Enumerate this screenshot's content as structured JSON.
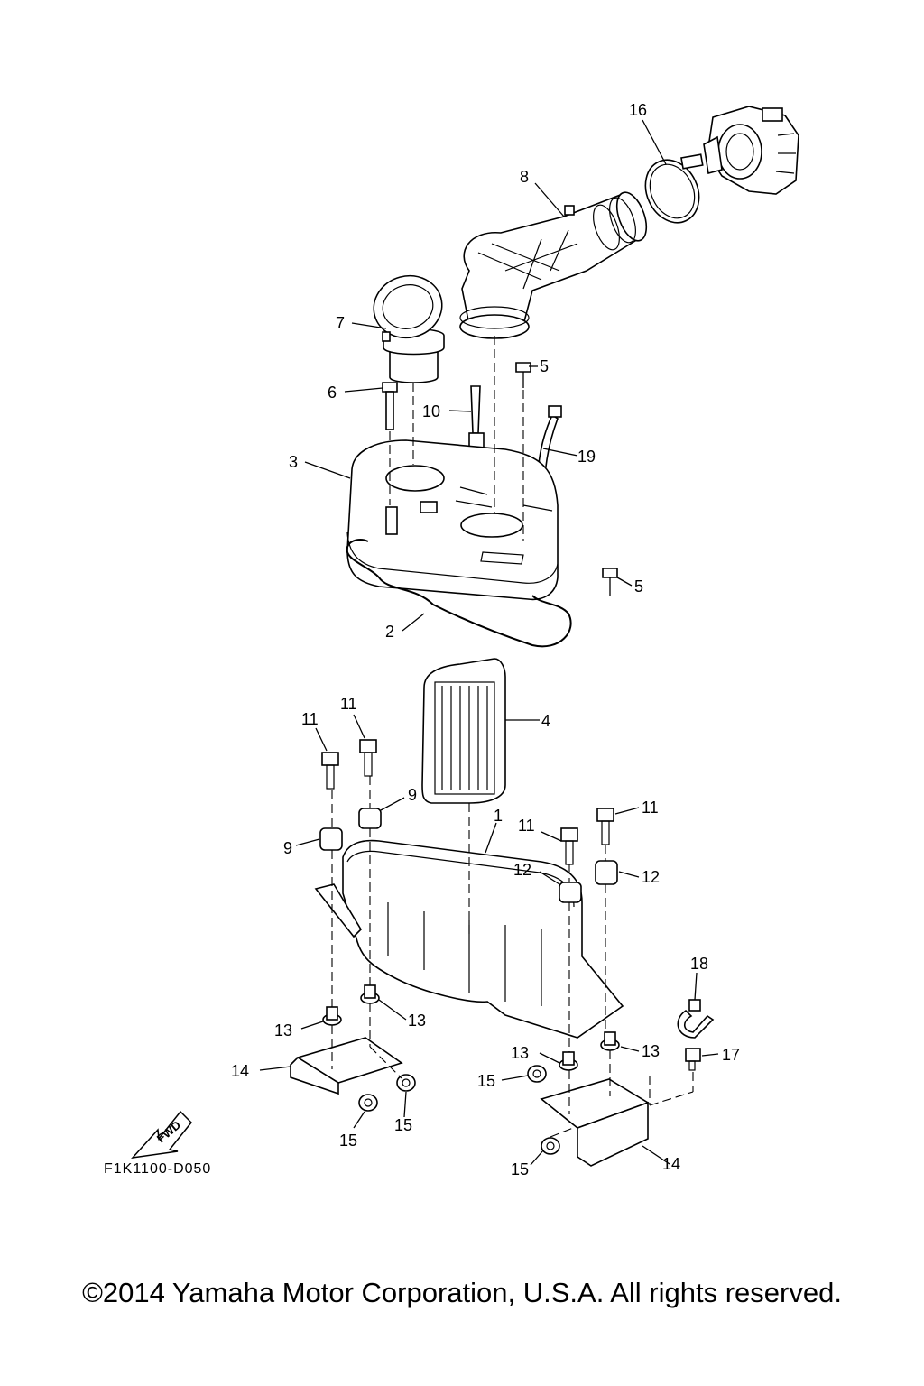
{
  "diagram": {
    "part_numbers": [
      "1",
      "2",
      "3",
      "4",
      "5",
      "6",
      "7",
      "8",
      "9",
      "10",
      "11",
      "12",
      "13",
      "14",
      "15",
      "16",
      "17",
      "18",
      "19"
    ],
    "fwd_label": "FWD",
    "figure_code": "F1K1100-D050"
  },
  "footer": {
    "copyright": "©2014 Yamaha Motor Corporation, U.S.A. All rights reserved."
  }
}
